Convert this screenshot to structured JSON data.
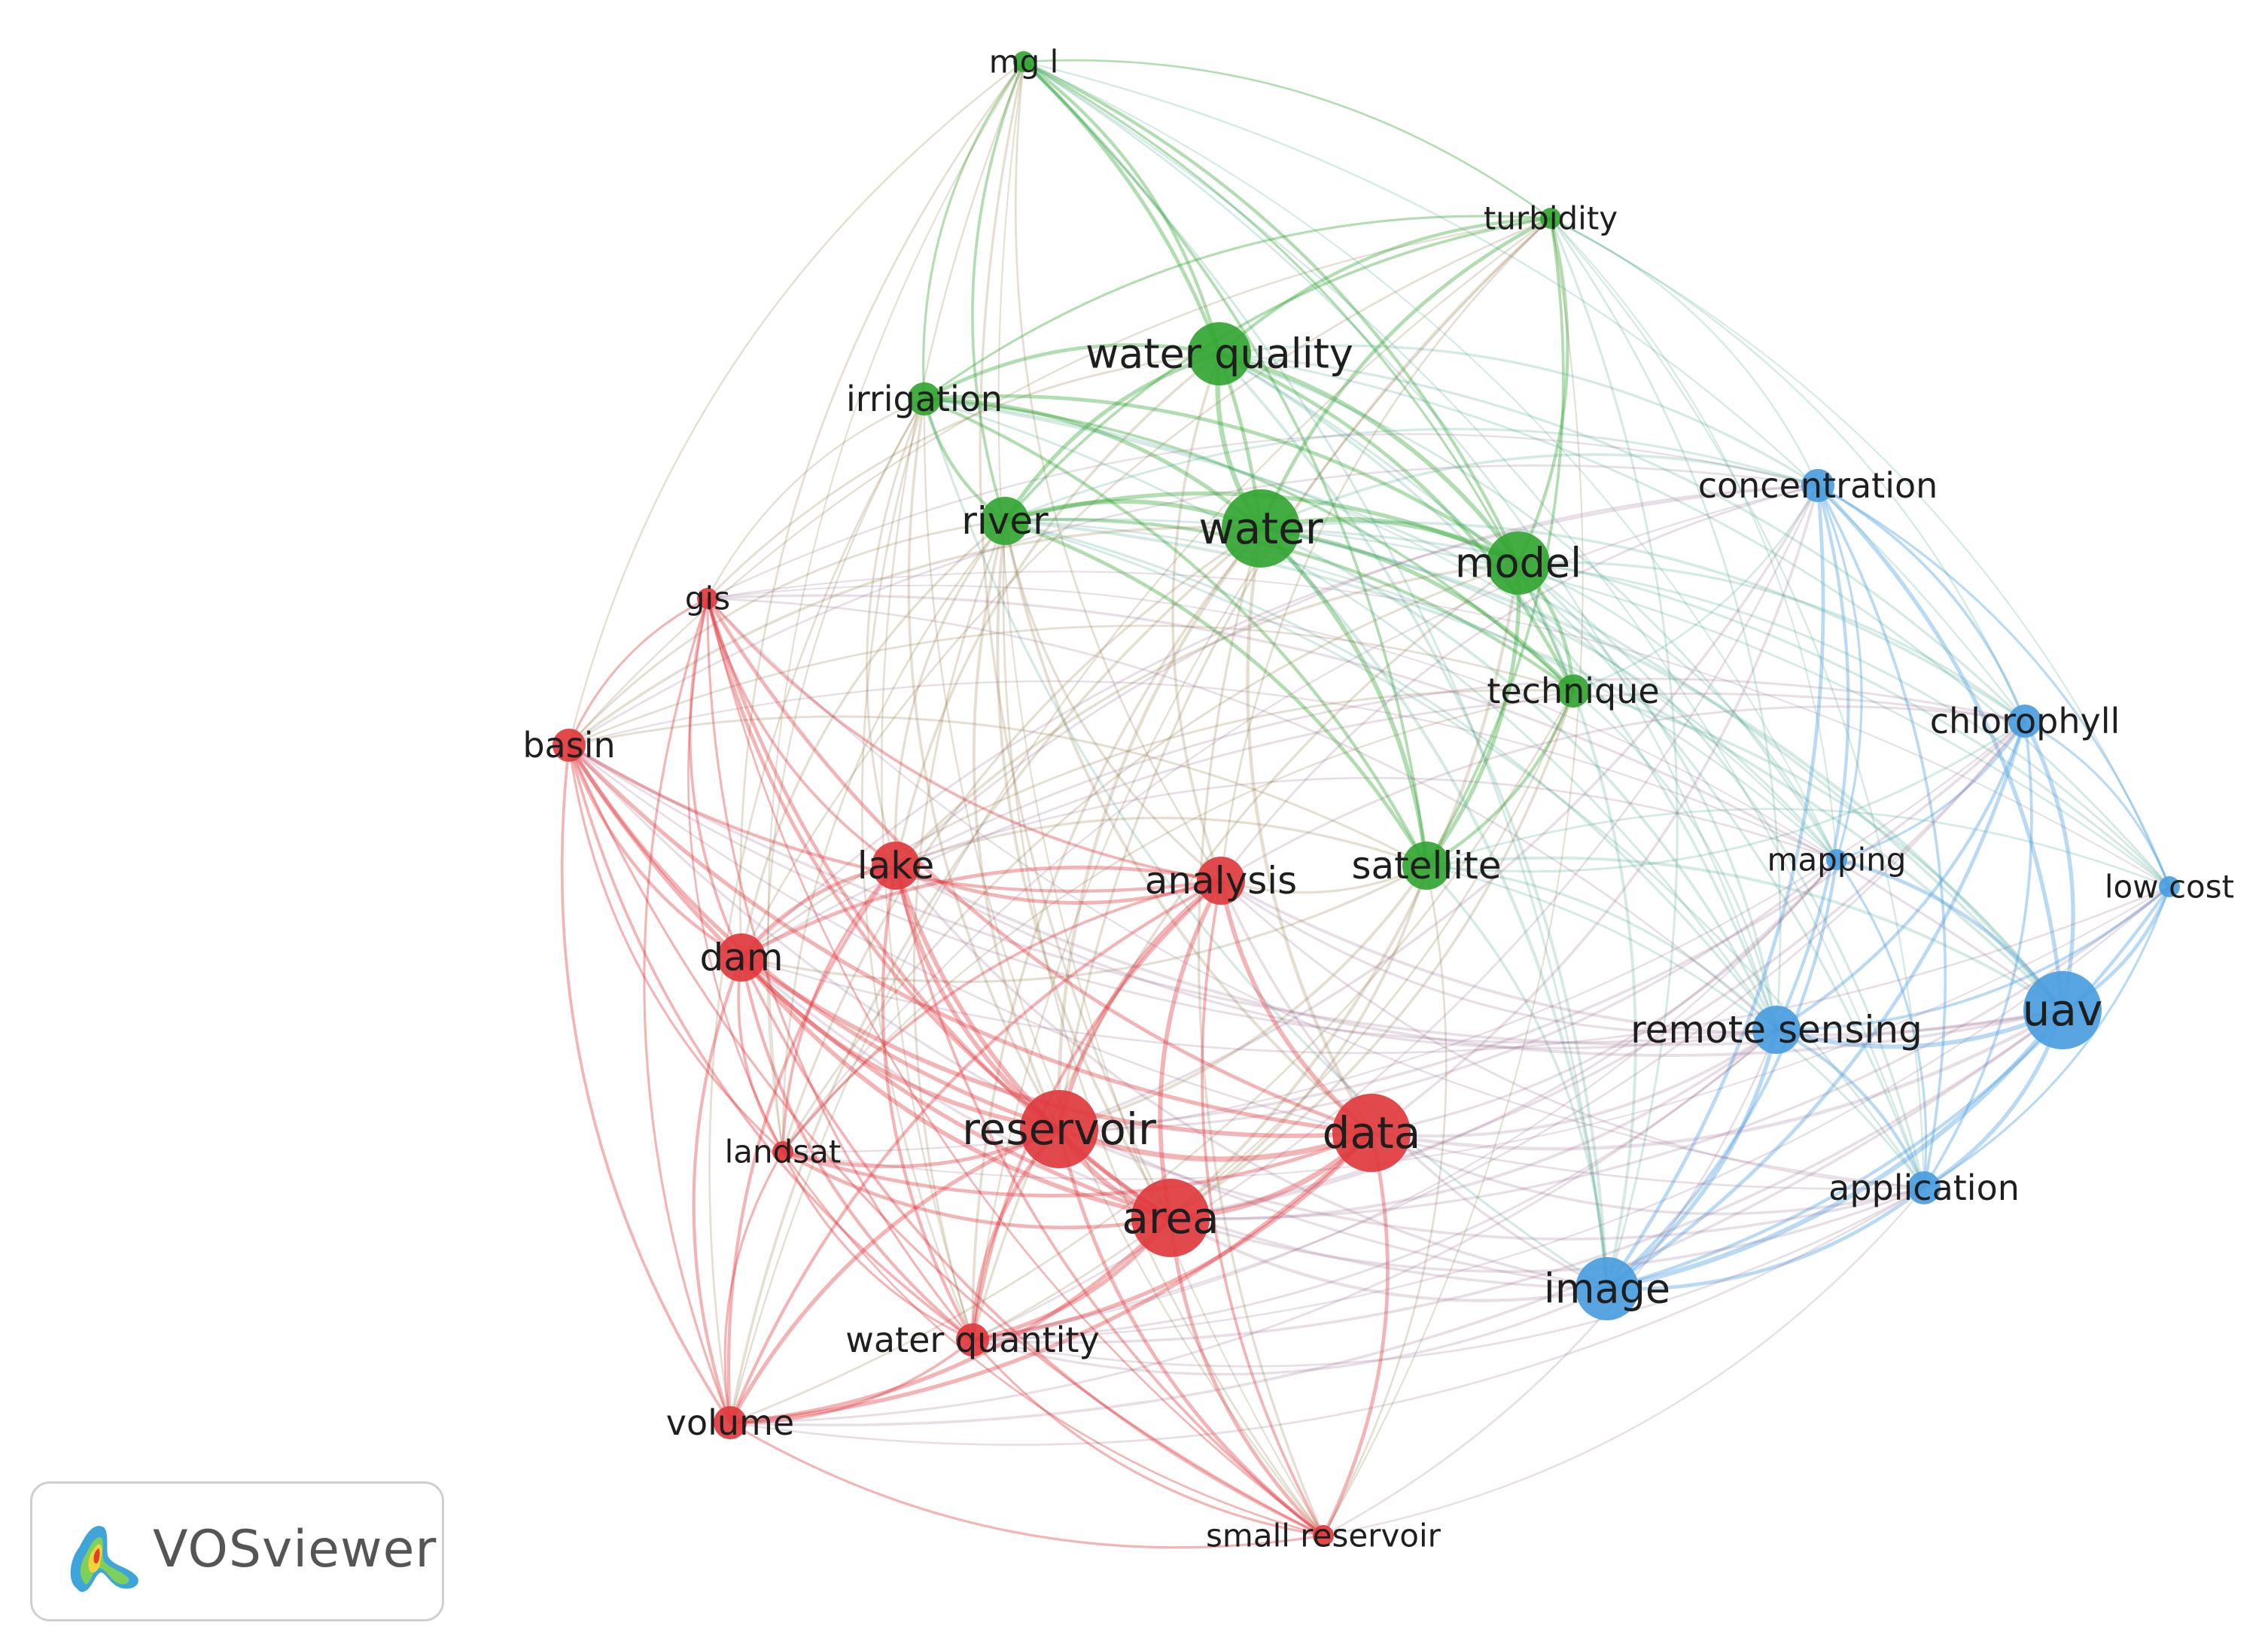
{
  "colors": {
    "cluster_red": "#e03a3e",
    "cluster_green": "#33a532",
    "cluster_blue": "#4a9de0"
  },
  "logo": {
    "text": "VOSviewer"
  },
  "nodes": [
    {
      "id": "mg_l",
      "label": "mg l",
      "cluster": "green",
      "size": 1
    },
    {
      "id": "turbidity",
      "label": "turbidity",
      "cluster": "green",
      "size": 1
    },
    {
      "id": "water_quality",
      "label": "water quality",
      "cluster": "green",
      "size": 4
    },
    {
      "id": "irrigation",
      "label": "irrigation",
      "cluster": "green",
      "size": 2
    },
    {
      "id": "river",
      "label": "river",
      "cluster": "green",
      "size": 3
    },
    {
      "id": "water",
      "label": "water",
      "cluster": "green",
      "size": 5
    },
    {
      "id": "model",
      "label": "model",
      "cluster": "green",
      "size": 4
    },
    {
      "id": "technique",
      "label": "technique",
      "cluster": "green",
      "size": 2
    },
    {
      "id": "satellite",
      "label": "satellite",
      "cluster": "green",
      "size": 3
    },
    {
      "id": "concentration",
      "label": "concentration",
      "cluster": "blue",
      "size": 2
    },
    {
      "id": "chlorophyll",
      "label": "chlorophyll",
      "cluster": "blue",
      "size": 2
    },
    {
      "id": "mapping",
      "label": "mapping",
      "cluster": "blue",
      "size": 1
    },
    {
      "id": "low_cost",
      "label": "low cost",
      "cluster": "blue",
      "size": 1
    },
    {
      "id": "uav",
      "label": "uav",
      "cluster": "blue",
      "size": 5
    },
    {
      "id": "remote_sensing",
      "label": "remote sensing",
      "cluster": "blue",
      "size": 3
    },
    {
      "id": "application",
      "label": "application",
      "cluster": "blue",
      "size": 2
    },
    {
      "id": "image",
      "label": "image",
      "cluster": "blue",
      "size": 4
    },
    {
      "id": "gis",
      "label": "gis",
      "cluster": "red",
      "size": 1
    },
    {
      "id": "basin",
      "label": "basin",
      "cluster": "red",
      "size": 2
    },
    {
      "id": "lake",
      "label": "lake",
      "cluster": "red",
      "size": 3
    },
    {
      "id": "analysis",
      "label": "analysis",
      "cluster": "red",
      "size": 3
    },
    {
      "id": "dam",
      "label": "dam",
      "cluster": "red",
      "size": 3
    },
    {
      "id": "landsat",
      "label": "landsat",
      "cluster": "red",
      "size": 1
    },
    {
      "id": "reservoir",
      "label": "reservoir",
      "cluster": "red",
      "size": 5
    },
    {
      "id": "data",
      "label": "data",
      "cluster": "red",
      "size": 5
    },
    {
      "id": "area",
      "label": "area",
      "cluster": "red",
      "size": 5
    },
    {
      "id": "water_quantity",
      "label": "water quantity",
      "cluster": "red",
      "size": 2
    },
    {
      "id": "volume",
      "label": "volume",
      "cluster": "red",
      "size": 2
    },
    {
      "id": "small_reservoir",
      "label": "small reservoir",
      "cluster": "red",
      "size": 1
    }
  ]
}
